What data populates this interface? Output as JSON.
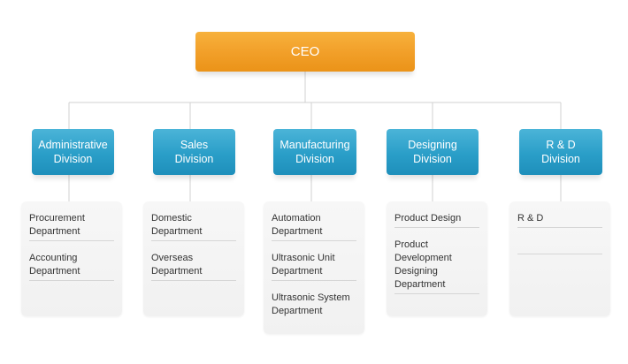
{
  "ceo": {
    "label": "CEO"
  },
  "divisions": [
    {
      "line1": "Administrative",
      "line2": "Division",
      "departments": [
        {
          "line1": "Procurement",
          "line2": "Department"
        },
        {
          "line1": "Accounting",
          "line2": "Department"
        }
      ]
    },
    {
      "line1": "Sales",
      "line2": "Division",
      "departments": [
        {
          "line1": "Domestic",
          "line2": "Department"
        },
        {
          "line1": "Overseas",
          "line2": "Department"
        }
      ]
    },
    {
      "line1": "Manufacturing",
      "line2": "Division",
      "departments": [
        {
          "line1": "Automation",
          "line2": "Department"
        },
        {
          "line1": "Ultrasonic Unit",
          "line2": "Department"
        },
        {
          "line1": "Ultrasonic System",
          "line2": "Department"
        }
      ]
    },
    {
      "line1": "Designing",
      "line2": "Division",
      "departments": [
        {
          "line1": "Product Design",
          "line2": ""
        },
        {
          "line1": "Product Development",
          "line2": "Designing Department"
        }
      ]
    },
    {
      "line1": "R & D",
      "line2": "Division",
      "departments": [
        {
          "line1": "R & D",
          "line2": ""
        },
        {
          "line1": "",
          "line2": ""
        }
      ]
    }
  ],
  "colors": {
    "ceo": "#f2a02a",
    "division": "#2a9ec8",
    "connector": "#d0d0d0",
    "panel": "#f4f4f4"
  }
}
